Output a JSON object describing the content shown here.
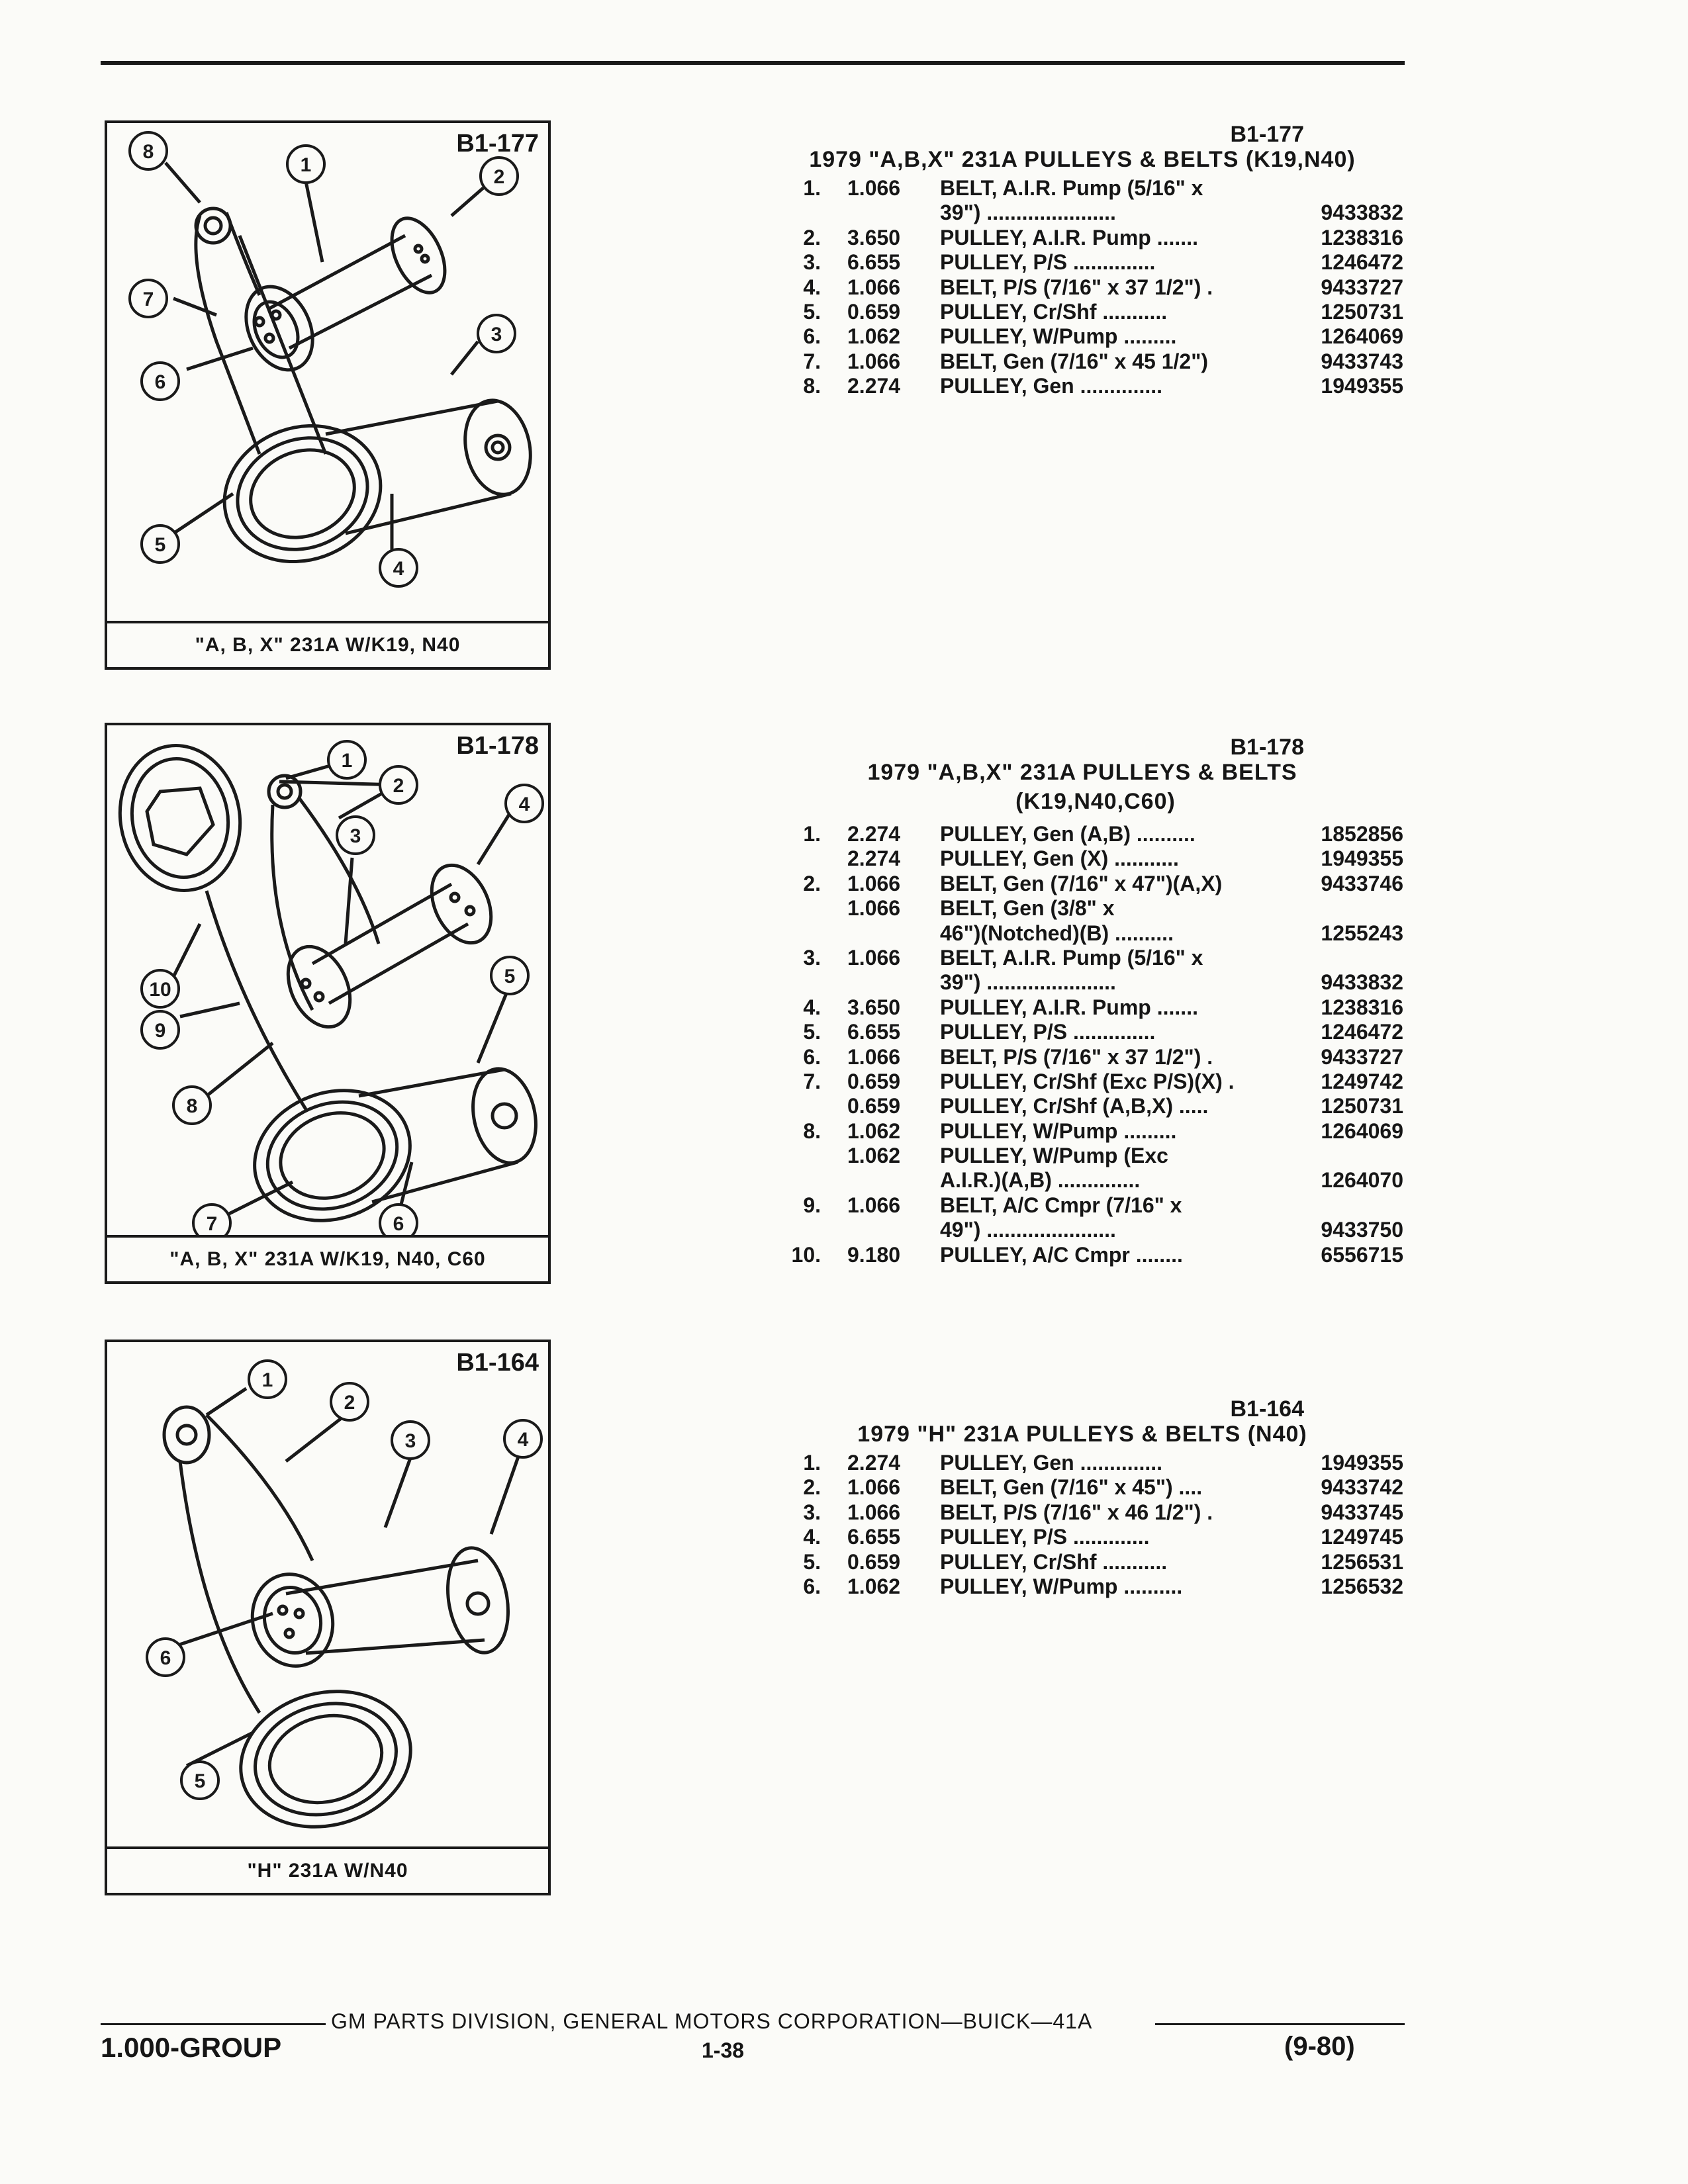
{
  "figures": [
    {
      "id": "B1-177",
      "caption": "\"A, B, X\" 231A W/K19, N40",
      "callouts": [
        "8",
        "1",
        "2",
        "7",
        "3",
        "6",
        "5",
        "4"
      ]
    },
    {
      "id": "B1-178",
      "caption": "\"A, B, X\" 231A W/K19, N40, C60",
      "callouts": [
        "1",
        "2",
        "4",
        "3",
        "10",
        "9",
        "5",
        "8",
        "7",
        "6"
      ]
    },
    {
      "id": "B1-164",
      "caption": "\"H\" 231A W/N40",
      "callouts": [
        "1",
        "2",
        "3",
        "4",
        "6",
        "5"
      ]
    }
  ],
  "sections": [
    {
      "id": "B1-177",
      "title": "1979 \"A,B,X\" 231A PULLEYS & BELTS (K19,N40)",
      "title2": "",
      "rows": [
        {
          "num": "1.",
          "grp": "1.066",
          "desc": "BELT, A.I.R. Pump (5/16\" x",
          "part": ""
        },
        {
          "num": "",
          "grp": "",
          "desc": "    39\") ......................",
          "part": "9433832"
        },
        {
          "num": "2.",
          "grp": "3.650",
          "desc": "PULLEY, A.I.R. Pump .......",
          "part": "1238316"
        },
        {
          "num": "3.",
          "grp": "6.655",
          "desc": "PULLEY, P/S ..............",
          "part": "1246472"
        },
        {
          "num": "4.",
          "grp": "1.066",
          "desc": "BELT, P/S (7/16\" x 37 1/2\") .",
          "part": "9433727"
        },
        {
          "num": "5.",
          "grp": "0.659",
          "desc": "PULLEY, Cr/Shf ...........",
          "part": "1250731"
        },
        {
          "num": "6.",
          "grp": "1.062",
          "desc": "PULLEY, W/Pump .........",
          "part": "1264069"
        },
        {
          "num": "7.",
          "grp": "1.066",
          "desc": "BELT, Gen (7/16\" x 45 1/2\")",
          "part": "9433743"
        },
        {
          "num": "8.",
          "grp": "2.274",
          "desc": "PULLEY, Gen ..............",
          "part": "1949355"
        }
      ]
    },
    {
      "id": "B1-178",
      "title": "1979 \"A,B,X\" 231A PULLEYS & BELTS",
      "title2": "(K19,N40,C60)",
      "rows": [
        {
          "num": "1.",
          "grp": "2.274",
          "desc": "PULLEY, Gen (A,B) ..........",
          "part": "1852856"
        },
        {
          "num": "",
          "grp": "2.274",
          "desc": "PULLEY, Gen (X) ...........",
          "part": "1949355"
        },
        {
          "num": "2.",
          "grp": "1.066",
          "desc": "BELT, Gen (7/16\" x 47\")(A,X)",
          "part": "9433746"
        },
        {
          "num": "",
          "grp": "1.066",
          "desc": "BELT, Gen (3/8\" x",
          "part": ""
        },
        {
          "num": "",
          "grp": "",
          "desc": "    46\")(Notched)(B) ..........",
          "part": "1255243"
        },
        {
          "num": "3.",
          "grp": "1.066",
          "desc": "BELT, A.I.R. Pump (5/16\" x",
          "part": ""
        },
        {
          "num": "",
          "grp": "",
          "desc": "    39\") ......................",
          "part": "9433832"
        },
        {
          "num": "4.",
          "grp": "3.650",
          "desc": "PULLEY, A.I.R. Pump .......",
          "part": "1238316"
        },
        {
          "num": "5.",
          "grp": "6.655",
          "desc": "PULLEY, P/S ..............",
          "part": "1246472"
        },
        {
          "num": "6.",
          "grp": "1.066",
          "desc": "BELT, P/S (7/16\" x 37 1/2\") .",
          "part": "9433727"
        },
        {
          "num": "7.",
          "grp": "0.659",
          "desc": "PULLEY, Cr/Shf (Exc P/S)(X) .",
          "part": "1249742"
        },
        {
          "num": "",
          "grp": "0.659",
          "desc": "PULLEY, Cr/Shf (A,B,X) .....",
          "part": "1250731"
        },
        {
          "num": "8.",
          "grp": "1.062",
          "desc": "PULLEY, W/Pump .........",
          "part": "1264069"
        },
        {
          "num": "",
          "grp": "1.062",
          "desc": "PULLEY, W/Pump (Exc",
          "part": ""
        },
        {
          "num": "",
          "grp": "",
          "desc": "    A.I.R.)(A,B) ..............",
          "part": "1264070"
        },
        {
          "num": "9.",
          "grp": "1.066",
          "desc": "BELT, A/C Cmpr (7/16\" x",
          "part": ""
        },
        {
          "num": "",
          "grp": "",
          "desc": "    49\") ......................",
          "part": "9433750"
        },
        {
          "num": "10.",
          "grp": "9.180",
          "desc": "PULLEY, A/C Cmpr ........",
          "part": "6556715"
        }
      ]
    },
    {
      "id": "B1-164",
      "title": "1979 \"H\" 231A PULLEYS & BELTS (N40)",
      "title2": "",
      "rows": [
        {
          "num": "1.",
          "grp": "2.274",
          "desc": "PULLEY, Gen ..............",
          "part": "1949355"
        },
        {
          "num": "2.",
          "grp": "1.066",
          "desc": "BELT, Gen (7/16\" x 45\") ....",
          "part": "9433742"
        },
        {
          "num": "3.",
          "grp": "1.066",
          "desc": "BELT, P/S (7/16\" x 46 1/2\") .",
          "part": "9433745"
        },
        {
          "num": "4.",
          "grp": "6.655",
          "desc": "PULLEY, P/S .............",
          "part": "1249745"
        },
        {
          "num": "5.",
          "grp": "0.659",
          "desc": "PULLEY, Cr/Shf ...........",
          "part": "1256531"
        },
        {
          "num": "6.",
          "grp": "1.062",
          "desc": "PULLEY, W/Pump ..........",
          "part": "1256532"
        }
      ]
    }
  ],
  "footer": {
    "text": "GM PARTS DIVISION, GENERAL MOTORS CORPORATION—BUICK—41A",
    "group": "1.000-GROUP",
    "page": "1-38",
    "date": "(9-80)"
  }
}
